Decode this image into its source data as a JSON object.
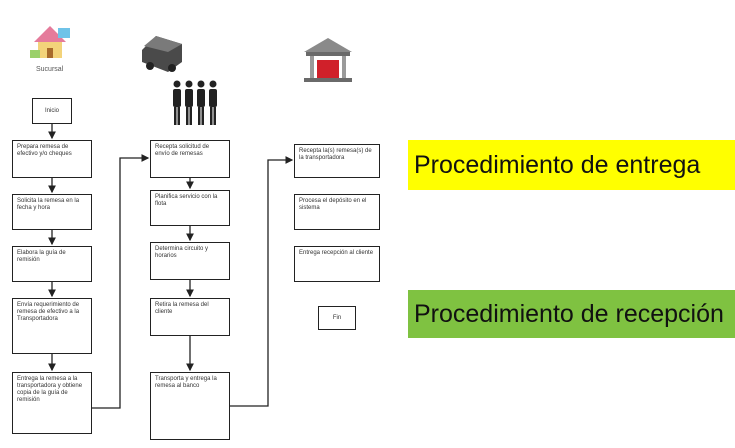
{
  "columns": [
    {
      "icon": "house-icon",
      "icon_label": "Sucursal",
      "steps": [
        "Inicio",
        "Prepara remesa de efectivo y/o cheques",
        "Solicita la remesa en la fecha y hora",
        "Elabora la guía de remisión",
        "Envía requerimiento de remesa de efectivo a la Transportadora",
        "Entrega la remesa a la transportadora y obtiene copia de la guía de remisión"
      ]
    },
    {
      "icon": "armored-car-icon",
      "icon_extra": "guards-icon",
      "steps": [
        "Recepta solicitud de envío de remesas",
        "Planifica servicio con la flota",
        "Determina circuito y horarios",
        "Retira la remesa del cliente",
        "Transporta y entrega la remesa al banco"
      ]
    },
    {
      "icon": "bank-icon",
      "steps": [
        "Recepta la(s) remesa(s) de la transportadora",
        "Procesa el depósito en el sistema",
        "Entrega recepción al cliente",
        "Fin"
      ]
    }
  ],
  "labels": {
    "entrega": "Procedimiento de entrega",
    "recepcion": "Procedimiento de recepción"
  },
  "colors": {
    "entrega_bg": "#ffff00",
    "recepcion_bg": "#7fc241"
  }
}
